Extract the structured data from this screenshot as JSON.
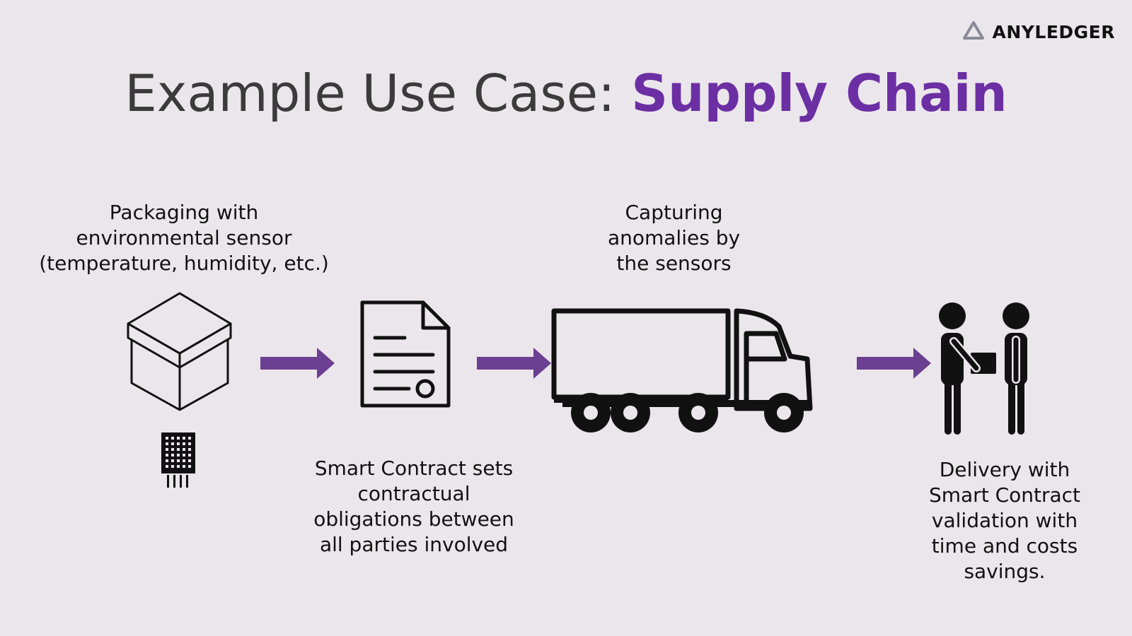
{
  "brand": {
    "name": "ANYLEDGER",
    "icon": "triangle-logo-icon"
  },
  "title": {
    "plain": "Example Use Case: ",
    "highlight": "Supply Chain"
  },
  "colors": {
    "background": "#ebe6eb",
    "accent": "#6b2fa3",
    "arrow": "#6b3f91",
    "text": "#111111",
    "title_text": "#3b3b3b"
  },
  "steps": {
    "packaging": {
      "caption": "Packaging with\nenvironmental sensor\n(temperature, humidity, etc.)",
      "icons": [
        "box-icon",
        "sensor-chip-icon"
      ]
    },
    "contract": {
      "caption": "Smart Contract sets\ncontractual\nobligations between\nall parties involved",
      "icon": "contract-document-icon"
    },
    "capture": {
      "caption": "Capturing\nanomalies by\nthe sensors",
      "icon": "truck-icon"
    },
    "delivery": {
      "caption": "Delivery with\nSmart Contract\nvalidation with\ntime and costs\nsavings.",
      "icon": "handover-people-icon"
    }
  },
  "connectors": [
    "right-arrow-icon",
    "right-arrow-icon",
    "right-arrow-icon"
  ]
}
